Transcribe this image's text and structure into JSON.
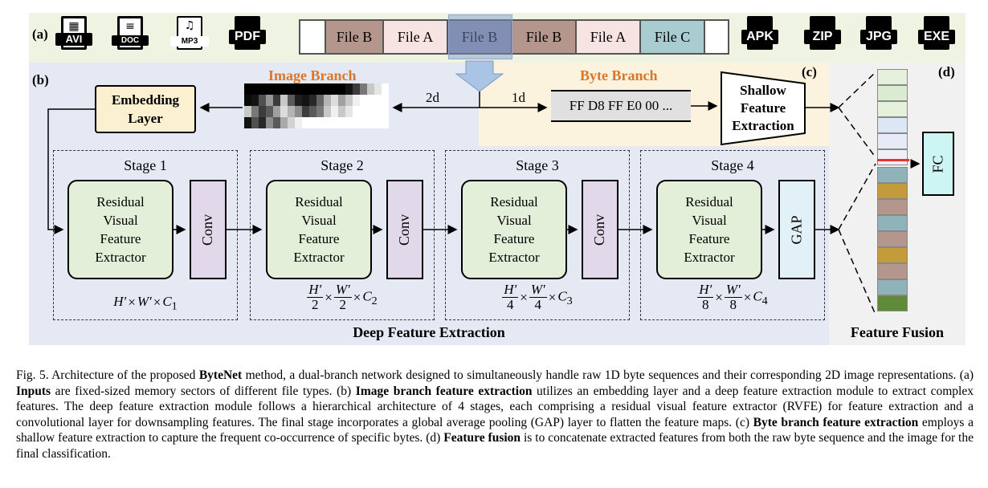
{
  "panels": {
    "a": "(a)",
    "b": "(b)",
    "c": "(c)",
    "d": "(d)"
  },
  "input_icons_left": [
    {
      "name": "avi-file-icon",
      "label": "AVI"
    },
    {
      "name": "doc-file-icon",
      "label": "DOC"
    },
    {
      "name": "mp3-file-icon",
      "label": "MP3"
    },
    {
      "name": "pdf-file-icon",
      "label": "PDF"
    }
  ],
  "input_icons_right": [
    {
      "name": "apk-file-icon",
      "label": "APK"
    },
    {
      "name": "zip-file-icon",
      "label": "ZIP"
    },
    {
      "name": "jpg-file-icon",
      "label": "JPG"
    },
    {
      "name": "exe-file-icon",
      "label": "EXE"
    }
  ],
  "segments": [
    {
      "label": "",
      "color": "#ffffff"
    },
    {
      "label": "File B",
      "color": "#b5968c"
    },
    {
      "label": "File A",
      "color": "#f7e3e1"
    },
    {
      "label": "File B",
      "color": "#8d88a4"
    },
    {
      "label": "File B",
      "color": "#b5968c"
    },
    {
      "label": "File A",
      "color": "#f7e3e1"
    },
    {
      "label": "File C",
      "color": "#a8ccd0"
    },
    {
      "label": "",
      "color": "#ffffff"
    }
  ],
  "image_branch": {
    "title": "Image Branch",
    "dim_label": "2d"
  },
  "byte_branch": {
    "title": "Byte Branch",
    "dim_label": "1d",
    "bytes": "FF D8 FF E0 00 ..."
  },
  "embedding": {
    "line1": "Embedding",
    "line2": "Layer"
  },
  "shallow": {
    "line1": "Shallow",
    "line2": "Feature",
    "line3": "Extraction"
  },
  "stages": [
    {
      "title": "Stage 1",
      "op_label": "Conv"
    },
    {
      "title": "Stage 2",
      "op_label": "Conv"
    },
    {
      "title": "Stage 3",
      "op_label": "Conv"
    },
    {
      "title": "Stage 4",
      "op_label": "GAP"
    }
  ],
  "rvfe": {
    "line1": "Residual",
    "line2": "Visual",
    "line3": "Feature",
    "line4": "Extractor"
  },
  "dims": {
    "s1": {
      "h": "H′",
      "w": "W′",
      "times": "×",
      "c": "C",
      "sub": "1"
    },
    "s2": {
      "h": "H′",
      "w": "W′",
      "den": "2",
      "times": "×",
      "c": "C",
      "sub": "2"
    },
    "s3": {
      "h": "H′",
      "w": "W′",
      "den": "4",
      "times": "×",
      "c": "C",
      "sub": "3"
    },
    "s4": {
      "h": "H′",
      "w": "W′",
      "den": "8",
      "times": "×",
      "c": "C",
      "sub": "4"
    }
  },
  "deep_feature_label": "Deep Feature Extraction",
  "fusion": {
    "label": "Feature Fusion",
    "fc_label": "FC"
  },
  "fusion_cells_top": [
    "#e6f1dc",
    "#d9ebd0",
    "#e6f1dc",
    "#dde6f5",
    "#e7ebf7",
    "#f0eff8"
  ],
  "fusion_cells_bottom": [
    "#8fb3b9",
    "#c49b3a",
    "#b5968c",
    "#8fb3b9",
    "#b5968c",
    "#c49b3a",
    "#b5968c",
    "#8fb3b9",
    "#5e8a3a"
  ],
  "caption": {
    "p1": "Fig. 5.  Architecture of the proposed ",
    "b1": "ByteNet",
    "p2": " method, a dual-branch network designed to simultaneously handle raw 1D byte sequences and their corresponding 2D image representations. (a) ",
    "b2": "Inputs",
    "p3": " are fixed-sized memory sectors of different file types. (b) ",
    "b3": "Image branch feature extraction",
    "p4": " utilizes an embedding layer and a deep feature extraction module to extract complex features. The deep feature extraction module follows a hierarchical architecture of 4 stages, each comprising a residual visual feature extractor (RVFE) for feature extraction and a convolutional layer for downsampling features. The final stage incorporates a global average pooling (GAP) layer to flatten the feature maps. (c) ",
    "b4": "Byte branch feature extraction",
    "p5": " employs a shallow feature extraction to capture the frequent co-occurrence of specific bytes. (d) ",
    "b5": "Feature fusion",
    "p6": " is to concatenate extracted features from both the raw byte sequence and the image for the final classification."
  }
}
